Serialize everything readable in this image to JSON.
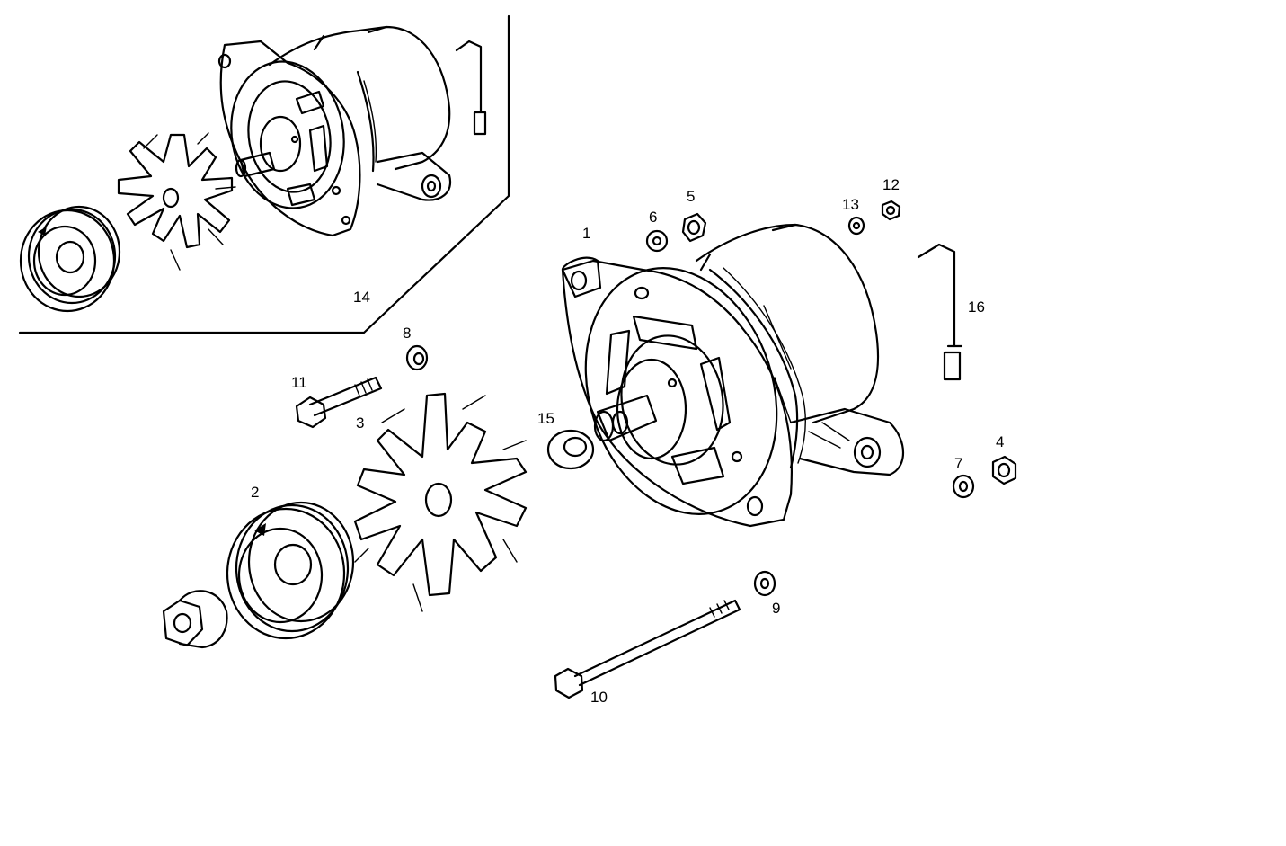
{
  "labels": {
    "p1": "1",
    "p2": "2",
    "p3": "3",
    "p4": "4",
    "p5": "5",
    "p6": "6",
    "p7": "7",
    "p8": "8",
    "p9": "9",
    "p10": "10",
    "p11": "11",
    "p12": "12",
    "p13": "13",
    "p14": "14",
    "p15": "15",
    "p16": "16"
  },
  "colors": {
    "line": "#000000",
    "background": "#ffffff"
  }
}
